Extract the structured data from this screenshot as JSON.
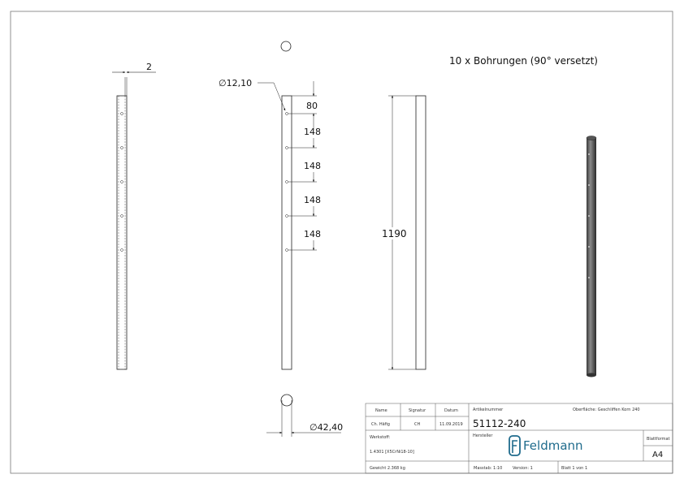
{
  "drawing": {
    "note": "10 x Bohrungen (90° versetzt)",
    "dim_wall": "2",
    "dim_hole": "∅12,10",
    "dim_first": "80",
    "dim_spacing": [
      "148",
      "148",
      "148",
      "148"
    ],
    "dim_length": "1190",
    "dim_diameter": "∅42,40"
  },
  "title_block": {
    "name_label": "Name",
    "signature_label": "Signatur",
    "date_label": "Datum",
    "name": "Ch. Häfig",
    "signature": "CH",
    "date": "11.09.2019",
    "article_label": "Artikelnummer",
    "article": "51112-240",
    "surface": "Oberfläche:  Geschliffen Korn 240",
    "material_label": "Werkstoff:",
    "material": "1.4301 [X5CrNi18-10]",
    "manufacturer_label": "Hersteller",
    "logo_text": "Feldmann",
    "format_label": "Blattformat",
    "format": "A4",
    "weight": "Gewicht 2.368 kg",
    "scale": "Masstab: 1:10",
    "version": "Version: 1",
    "sheet": "Blatt 1 von 1",
    "brand_color": "#1f6b8c"
  }
}
